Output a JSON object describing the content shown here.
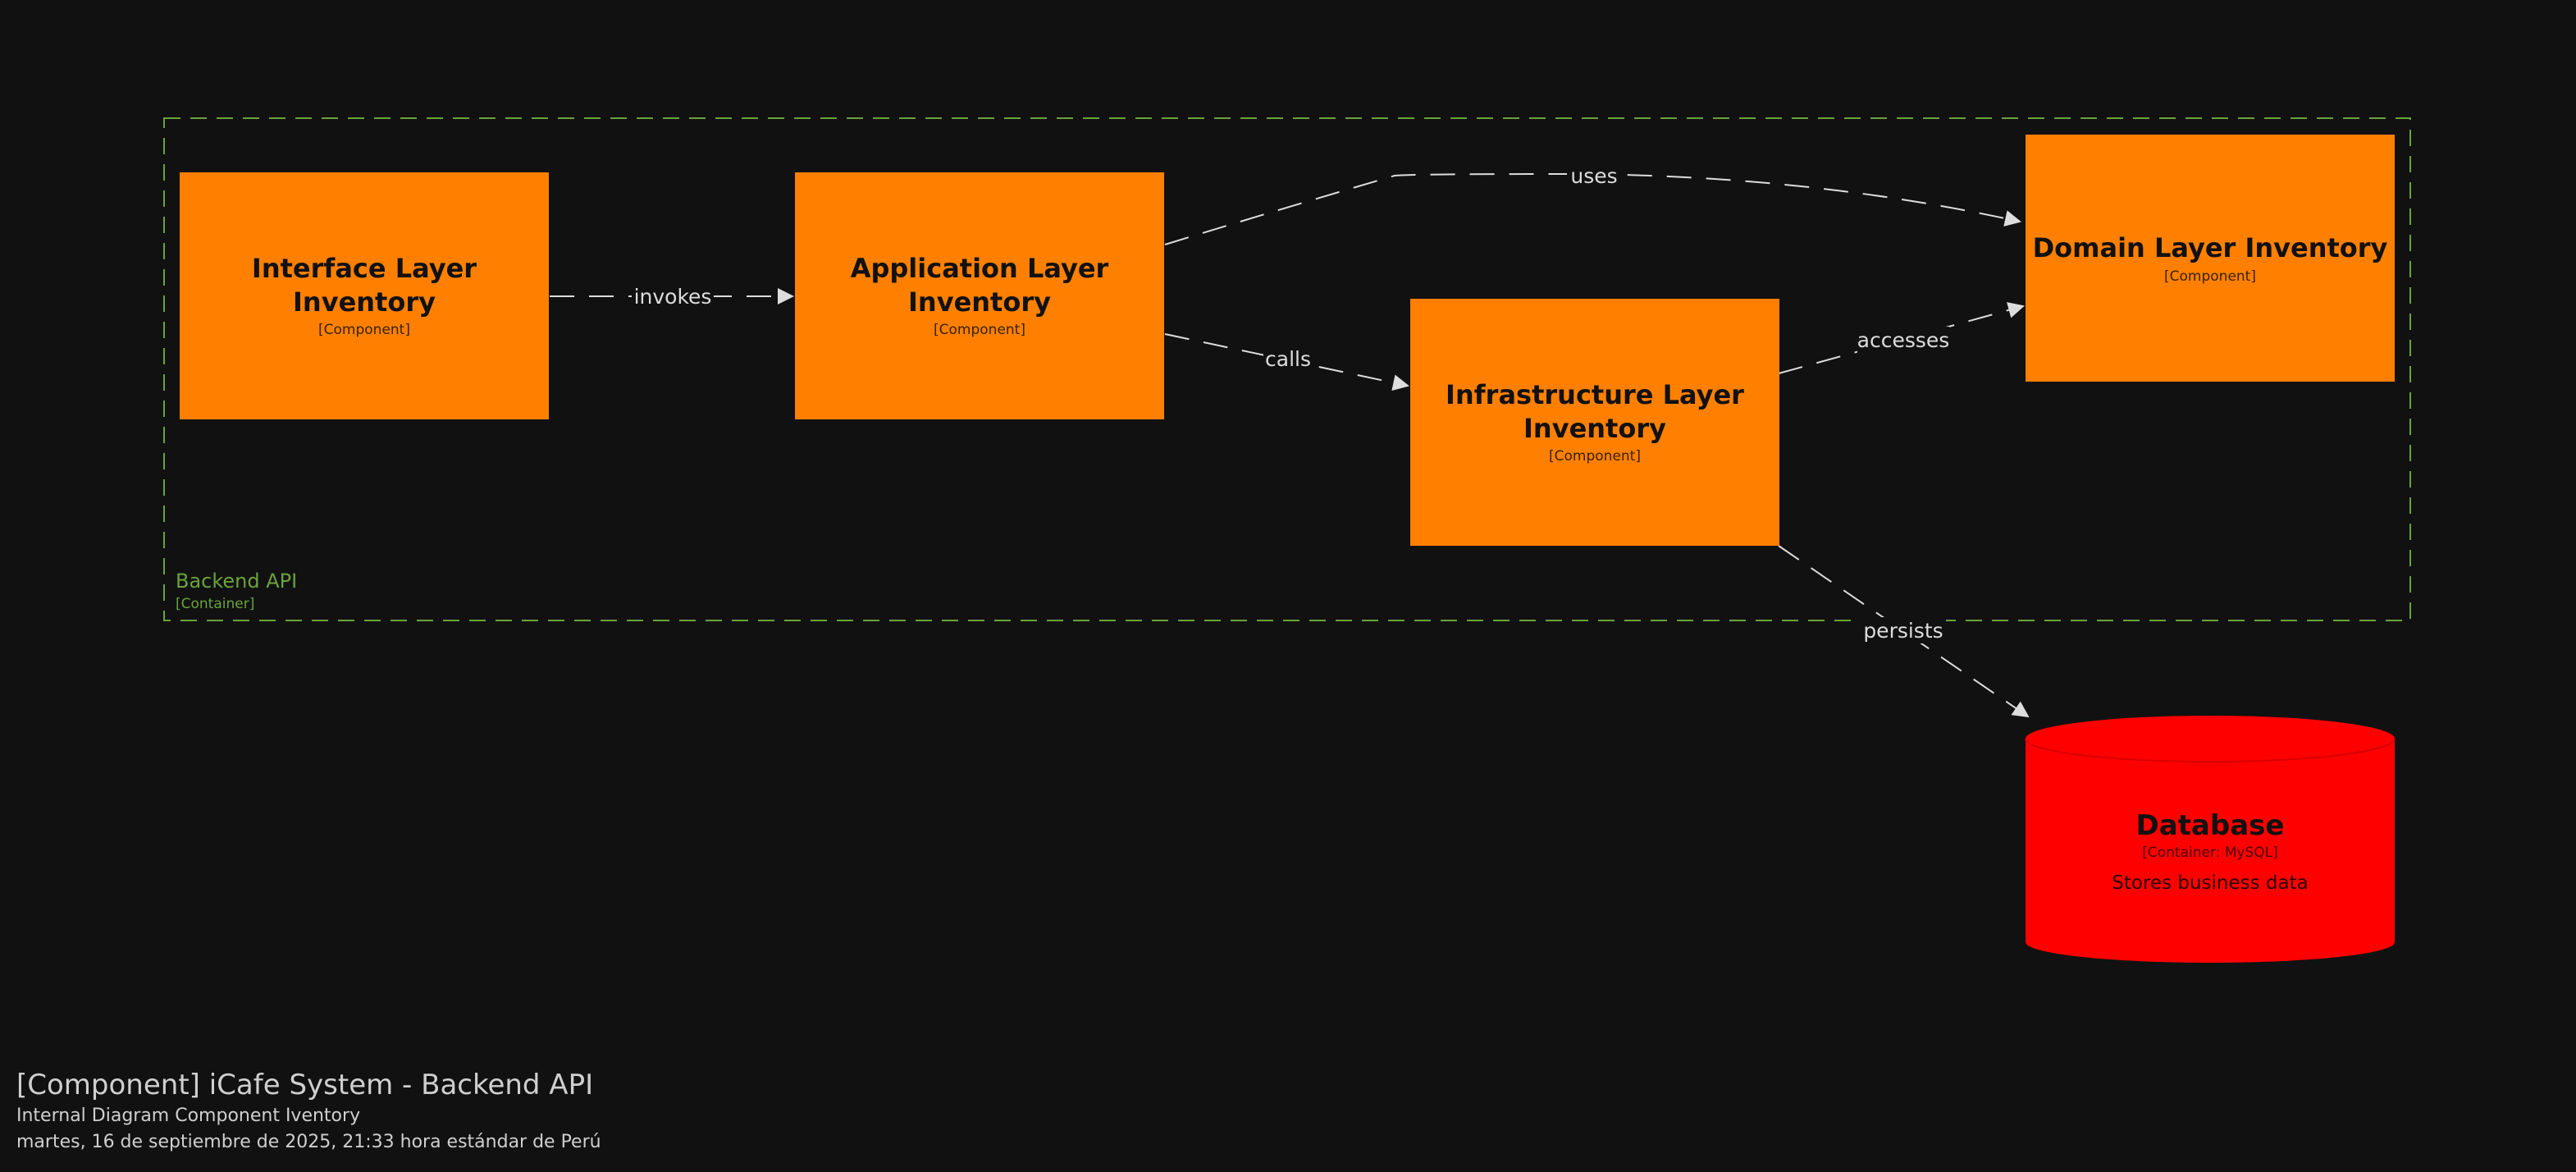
{
  "boundary": {
    "name": "Backend API",
    "type": "[Container]"
  },
  "nodes": {
    "interface": {
      "name_line1": "Interface Layer",
      "name_line2": "Inventory",
      "type": "[Component]"
    },
    "application": {
      "name_line1": "Application Layer",
      "name_line2": "Inventory",
      "type": "[Component]"
    },
    "infrastructure": {
      "name_line1": "Infrastructure Layer",
      "name_line2": "Inventory",
      "type": "[Component]"
    },
    "domain": {
      "name": "Domain Layer Inventory",
      "type": "[Component]"
    },
    "database": {
      "name": "Database",
      "type": "[Container: MySQL]",
      "description": "Stores business data"
    }
  },
  "relations": {
    "invokes": "invokes",
    "uses": "uses",
    "calls": "calls",
    "accesses": "accesses",
    "persists": "persists"
  },
  "colors": {
    "background": "#111111",
    "component_fill": "#FF8000",
    "database_fill": "#FF0000",
    "boundary_stroke": "#6AA33A",
    "edge_stroke": "#DDDDDD"
  },
  "footer": {
    "title": "[Component] iCafe System - Backend API",
    "subtitle": "Internal Diagram Component Iventory",
    "date": "martes, 16 de septiembre de 2025, 21:33 hora estándar de Perú"
  }
}
